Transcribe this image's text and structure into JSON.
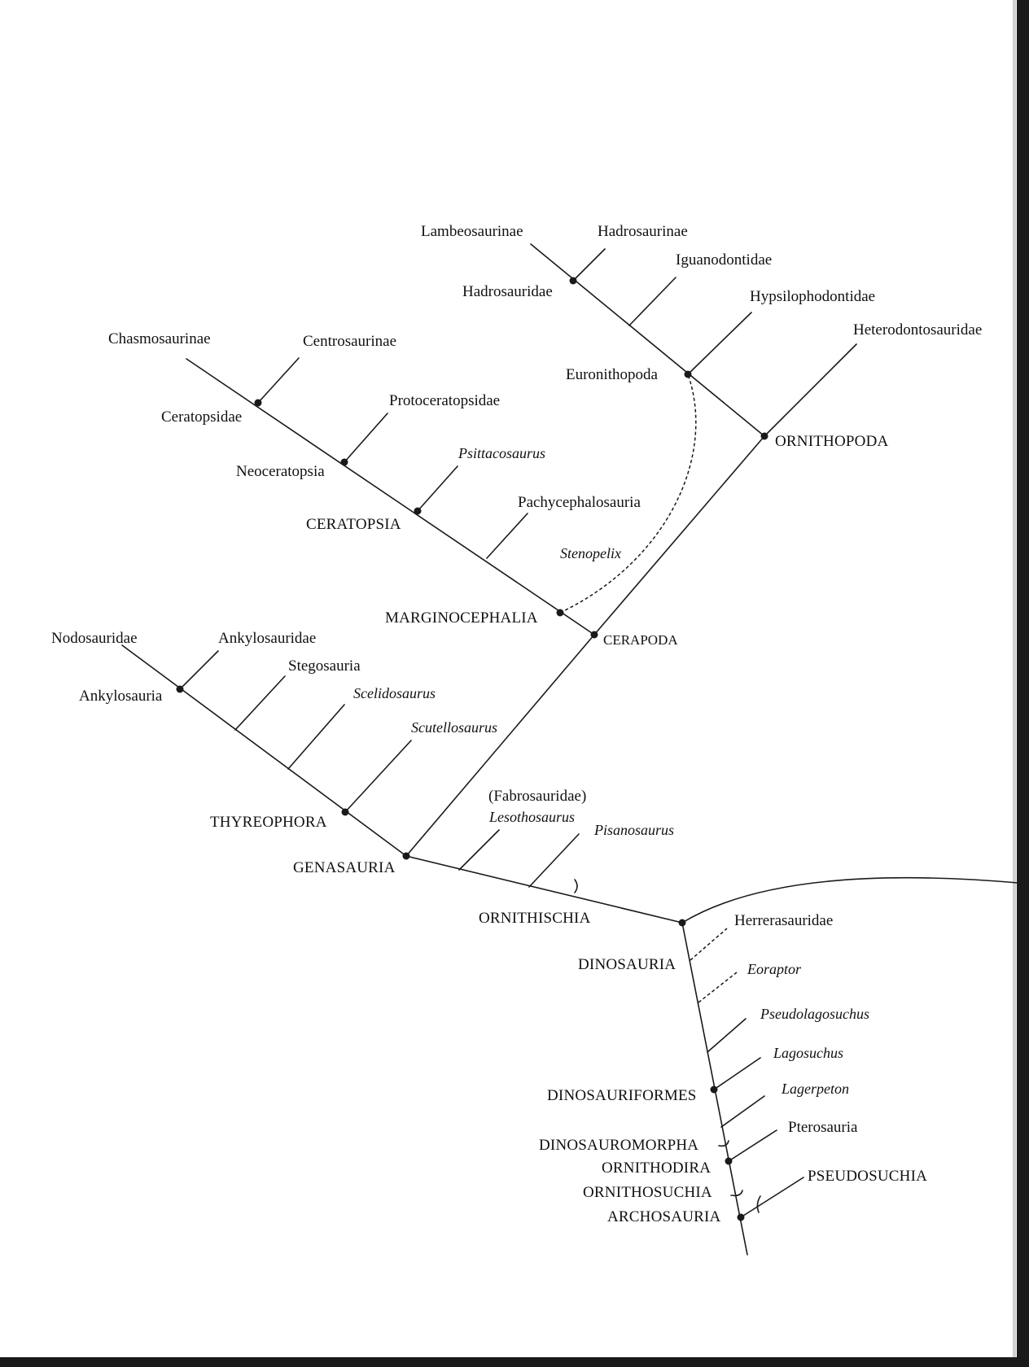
{
  "taxa": {
    "lambeosaurinae": "Lambeosaurinae",
    "hadrosaurinae": "Hadrosaurinae",
    "iguanodontidae": "Iguanodontidae",
    "hadrosauridae": "Hadrosauridae",
    "hypsilophodontidae": "Hypsilophodontidae",
    "heterodontosauridae": "Heterodontosauridae",
    "euronithopoda": "Euronithopoda",
    "ornithopoda": "ORNITHOPODA",
    "chasmosaurinae": "Chasmosaurinae",
    "centrosaurinae": "Centrosaurinae",
    "ceratopsidae": "Ceratopsidae",
    "protoceratopsidae": "Protoceratopsidae",
    "neoceratopsia": "Neoceratopsia",
    "psittacosaurus": "Psittacosaurus",
    "ceratopsia": "CERATOPSIA",
    "pachycephalosauria": "Pachycephalosauria",
    "stenopelix": "Stenopelix",
    "marginocephalia": "MARGINOCEPHALIA",
    "cerapoda": "CERAPODA",
    "nodosauridae": "Nodosauridae",
    "ankylosauridae": "Ankylosauridae",
    "ankylosauria": "Ankylosauria",
    "stegosauria": "Stegosauria",
    "scelidosaurus": "Scelidosaurus",
    "scutellosaurus": "Scutellosaurus",
    "thyreophora": "THYREOPHORA",
    "fabrosauridae": "(Fabrosauridae)",
    "lesothosaurus": "Lesothosaurus",
    "pisanosaurus": "Pisanosaurus",
    "genasauria": "GENASAURIA",
    "ornithischia": "ORNITHISCHIA",
    "herrerasauridae": "Herrerasauridae",
    "dinosauria": "DINOSAURIA",
    "eoraptor": "Eoraptor",
    "pseudolagosuchus": "Pseudolagosuchus",
    "lagosuchus": "Lagosuchus",
    "dinosauriformes": "DINOSAURIFORMES",
    "lagerpeton": "Lagerpeton",
    "pterosauria": "Pterosauria",
    "dinosauromorpha": "DINOSAUROMORPHA",
    "ornithodira": "ORNITHODIRA",
    "ornithosuchia": "ORNITHOSUCHIA",
    "pseudosuchia": "PSEUDOSUCHIA",
    "archosauria": "ARCHOSAURIA"
  },
  "colors": {
    "ink": "#1a1a1a",
    "paper": "#ffffff",
    "scan_edge": "#1a1a1a"
  }
}
